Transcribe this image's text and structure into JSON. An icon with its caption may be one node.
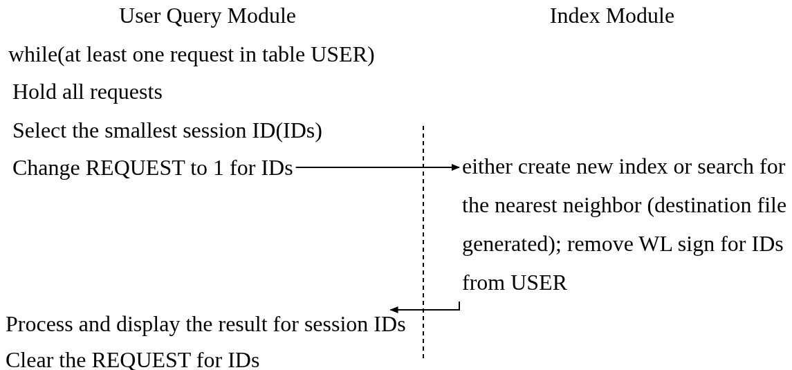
{
  "diagram": {
    "nodes": [
      {
        "text": [
          "Change REQUEST to 1 for IDs"
        ]
      },
      {
        "text": [
          "either create new index or search for the nearest neighbor (destination file generated); remove WL sign for IDs from USER"
        ]
      },
      {
        "text": [
          "Process and display the result for session IDs"
        ]
      }
    ],
    "edges": [
      {
        "from": 0,
        "to": 1,
        "arrow": "to"
      },
      {
        "from": 1,
        "to": 2,
        "arrow": "to"
      }
    ],
    "labels": [
      "User Query Module",
      "Index Module",
      "while(at least one request in table USER)",
      "Hold all requests",
      "Select the smallest session ID(IDs)",
      "Clear the REQUEST for IDs"
    ]
  }
}
